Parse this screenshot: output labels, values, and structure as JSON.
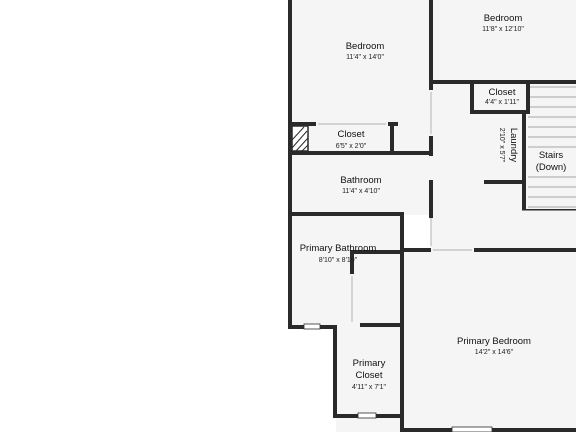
{
  "colors": {
    "wall": "#2a2a2a",
    "floor": "#f5f5f5",
    "background": "#ffffff"
  },
  "rooms": {
    "bedroom_left": {
      "name": "Bedroom",
      "dims": "11'4\" x 14'0\""
    },
    "bedroom_right": {
      "name": "Bedroom",
      "dims": "11'8\" x 12'10\""
    },
    "closet_small": {
      "name": "Closet",
      "dims": "4'4\" x 1'11\""
    },
    "laundry": {
      "name": "Laundry",
      "dims": "2'10\" x 5'7\""
    },
    "stairs": {
      "name_line1": "Stairs",
      "name_line2": "(Down)"
    },
    "closet_left": {
      "name": "Closet",
      "dims": "6'5\" x 2'0\""
    },
    "bathroom": {
      "name": "Bathroom",
      "dims": "11'4\" x 4'10\""
    },
    "primary_bathroom": {
      "name": "Primary Bathroom",
      "dims": "8'10\" x 8'10\""
    },
    "primary_bedroom": {
      "name": "Primary Bedroom",
      "dims": "14'2\" x 14'6\""
    },
    "primary_closet": {
      "name_line1": "Primary",
      "name_line2": "Closet",
      "dims": "4'11\" x 7'1\""
    }
  }
}
